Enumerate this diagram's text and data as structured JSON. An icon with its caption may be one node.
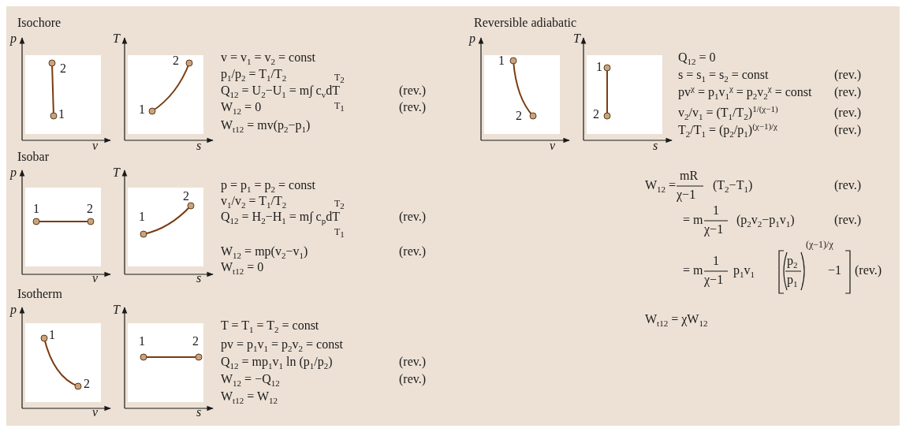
{
  "diagram": {
    "labels": [
      "Isochore",
      "p",
      "2",
      "1",
      "v",
      "T",
      "2",
      "1",
      "s",
      "v = v$_{1}$ = v$_{2}$ = const",
      "p$_{1}$/p$_{2}$ = T$_{1}$/T$_{2}$",
      "T$_{2}$",
      "Q$_{12}$ = U$_{2}$−U$_{1}$ = m∫ c$_{v}$dT",
      "(rev.)",
      "W$_{12}$ = 0",
      "T$_{1}$",
      "(rev.)",
      "W$_{t12}$ = mv(p$_{2}$−p$_{1}$)",
      "Isobar",
      "p",
      "1",
      "2",
      "v",
      "T",
      "2",
      "1",
      "s",
      "p = p$_{1}$ = p$_{2}$ = const",
      "v$_{1}$/v$_{2}$ = T$_{1}$/T$_{2}$",
      "T$_{2}$",
      "Q$_{12}$ = H$_{2}$−H$_{1}$ = m∫ c$_{p}$dT",
      "(rev.)",
      "T$_{1}$",
      "W$_{12}$ = mp(v$_{2}$−v$_{1}$)",
      "(rev.)",
      "W$_{t12}$ = 0",
      "Isotherm",
      "p",
      "1",
      "2",
      "v",
      "T",
      "1",
      "2",
      "s",
      "T = T$_{1}$ = T$_{2}$ = const",
      "pv = p$_{1}$v$_{1}$ = p$_{2}$v$_{2}$ = const",
      "Q$_{12}$ = mp$_{1}$v$_{1}$ ln (p$_{1}$/p$_{2}$)",
      "(rev.)",
      "W$_{12}$ = −Q$_{12}$",
      "(rev.)",
      "W$_{t12}$ = W$_{12}$",
      "Reversible adiabatic",
      "p",
      "1",
      "2",
      "v",
      "T",
      "1",
      "2",
      "s",
      "Q$_{12}$ = 0",
      "s = s$_{1}$ = s$_{2}$ = const",
      "(rev.)",
      "pv$^{χ}$ = p$_{1}$v$_{1}$$^{χ}$ = p$_{2}$v$_{2}$$^{χ}$ = const",
      "(rev.)",
      "v$_{2}$/v$_{1}$ = (T$_{1}$/T$_{2}$)$^{1/(χ−1)}$",
      "(rev.)",
      "T$_{2}$/T$_{1}$ = (p$_{2}$/p$_{1}$)$^{(χ−1)/χ}$",
      "(rev.)",
      "W$_{12}$ =",
      "mR",
      "χ−1",
      "(T$_{2}$−T$_{1}$)",
      "(rev.)",
      "= m",
      "1",
      "χ−1",
      "(p$_{2}$v$_{2}$−p$_{1}$v$_{1}$)",
      "(rev.)",
      "= m",
      "1",
      "χ−1",
      "p$_{1}$v$_{1}$",
      "p$_{2}$",
      "p$_{1}$",
      "(χ−1)/χ",
      "−1",
      "(rev.)",
      "W$_{t12}$ = χW$_{12}$"
    ]
  }
}
